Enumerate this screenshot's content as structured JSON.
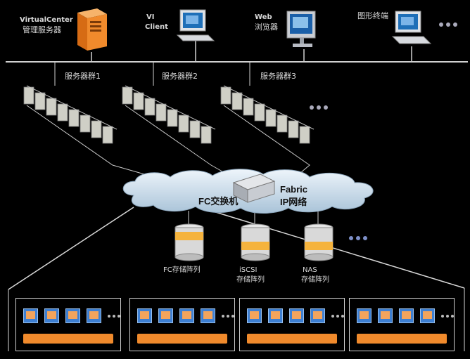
{
  "top": {
    "vcenter_label_1": "VirtualCenter",
    "vcenter_label_2": "管理服务器",
    "vi_label_1": "VI",
    "vi_label_2": "Client",
    "web_label_1": "Web",
    "web_label_2": "浏览器",
    "terminal_label": "图形终端"
  },
  "server_groups": [
    {
      "label": "服务器群1"
    },
    {
      "label": "服务器群2"
    },
    {
      "label": "服务器群3"
    }
  ],
  "network": {
    "fc_label": "FC交换机",
    "fabric_label_1": "Fabric",
    "fabric_label_2": "IP网络"
  },
  "storage": [
    {
      "line1": "FC存储阵列",
      "line2": ""
    },
    {
      "line1": "iSCSI",
      "line2": "存储阵列"
    },
    {
      "line1": "NAS",
      "line2": "存储阵列"
    }
  ],
  "colors": {
    "accent_orange": "#f08a2c",
    "vm_blue": "#3d7fd2",
    "cloud": "#cfe0ee",
    "background": "#000000"
  }
}
